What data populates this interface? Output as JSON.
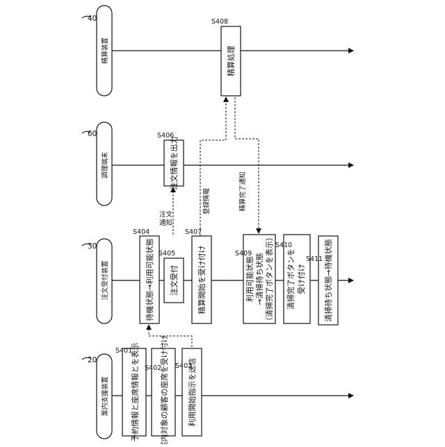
{
  "devices": {
    "settlement": {
      "ref": "40",
      "name": "精算装置"
    },
    "kitchen": {
      "ref": "60",
      "name": "調理端末"
    },
    "order": {
      "ref": "30",
      "name": "注文受付装置"
    },
    "guide": {
      "ref": "20",
      "name": "案内支援装置"
    }
  },
  "steps": {
    "s401": {
      "id": "S401",
      "text": "予約情報と座席情報とを表示"
    },
    "s402": {
      "id": "S402",
      "text": "案内対象の顧客の座席を受け付け"
    },
    "s403": {
      "id": "S403",
      "text": "利用開始指示を送信"
    },
    "s404": {
      "id": "S404",
      "text": "待機状態→利用可能状態"
    },
    "s405": {
      "id": "S405",
      "text": "注文受付"
    },
    "s406": {
      "id": "S406",
      "text": "注文情報を出力"
    },
    "s407": {
      "id": "S407",
      "text": "精算開始を受け付け"
    },
    "s408": {
      "id": "S408",
      "text": "精算処理"
    },
    "s409": {
      "id": "S409",
      "lines": [
        "利用可能状態",
        "→清掃待ち状態",
        "（清掃完了ボタンを表示）"
      ]
    },
    "s410": {
      "id": "S410",
      "lines": [
        "清掃完了ボタンを",
        "受け付け"
      ]
    },
    "s411": {
      "id": "S411",
      "text": "清掃待ち状態→待機状態"
    }
  },
  "messages": {
    "order_notice": [
      "注文",
      "通知"
    ],
    "registration": "登録情報",
    "settlement_done": "精算完了通知"
  }
}
